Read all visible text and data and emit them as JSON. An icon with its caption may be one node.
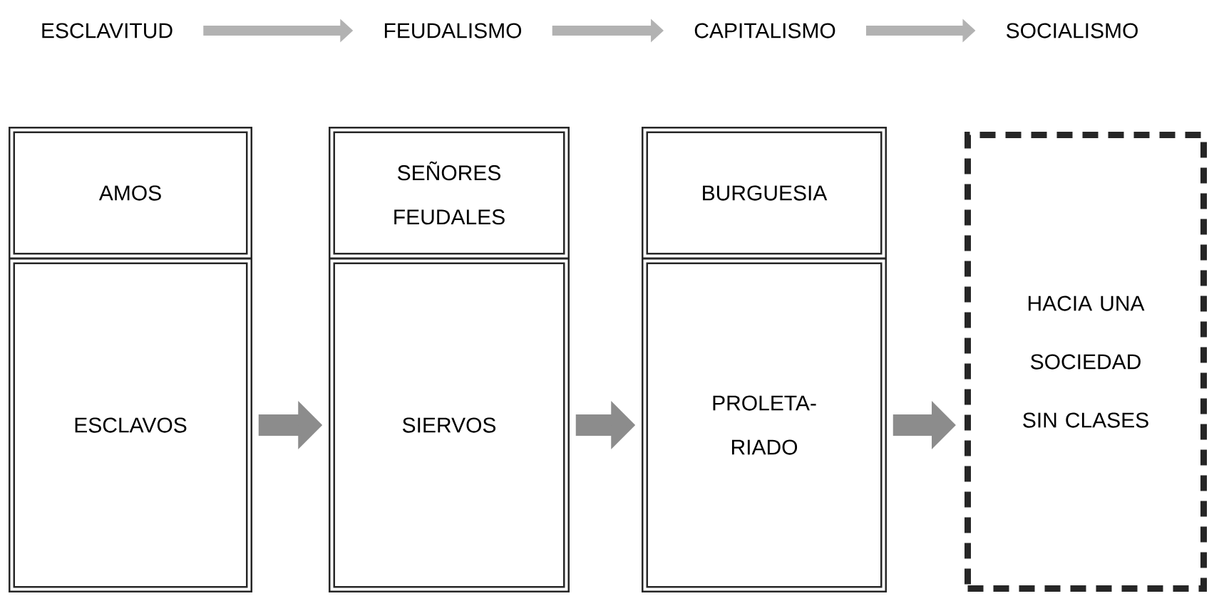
{
  "diagram": {
    "nodes": [
      {
        "text": [
          "ESCLAVITUD"
        ]
      },
      {
        "text": [
          "FEUDALISMO"
        ]
      },
      {
        "text": [
          "CAPITALISMO"
        ]
      },
      {
        "text": [
          "SOCIALISMO"
        ]
      },
      {
        "text": [
          "AMOS"
        ]
      },
      {
        "text": [
          "ESCLAVOS"
        ]
      },
      {
        "text": [
          "SEÑORES FEUDALES"
        ]
      },
      {
        "text": [
          "SIERVOS"
        ]
      },
      {
        "text": [
          "BURGUESIA"
        ]
      },
      {
        "text": [
          "PROLETA- RIADO"
        ]
      },
      {
        "text": [
          "HACIA UNA SOCIEDAD SIN CLASES"
        ]
      }
    ],
    "edges": [
      {
        "from": 0,
        "to": 1,
        "arrow": "to"
      },
      {
        "from": 1,
        "to": 2,
        "arrow": "to"
      },
      {
        "from": 2,
        "to": 3,
        "arrow": "to"
      },
      {
        "from": 5,
        "to": 7,
        "arrow": "to",
        "style": "thick"
      },
      {
        "from": 7,
        "to": 9,
        "arrow": "to",
        "style": "thick"
      },
      {
        "from": 9,
        "to": 10,
        "arrow": "to",
        "style": "thick"
      }
    ]
  }
}
